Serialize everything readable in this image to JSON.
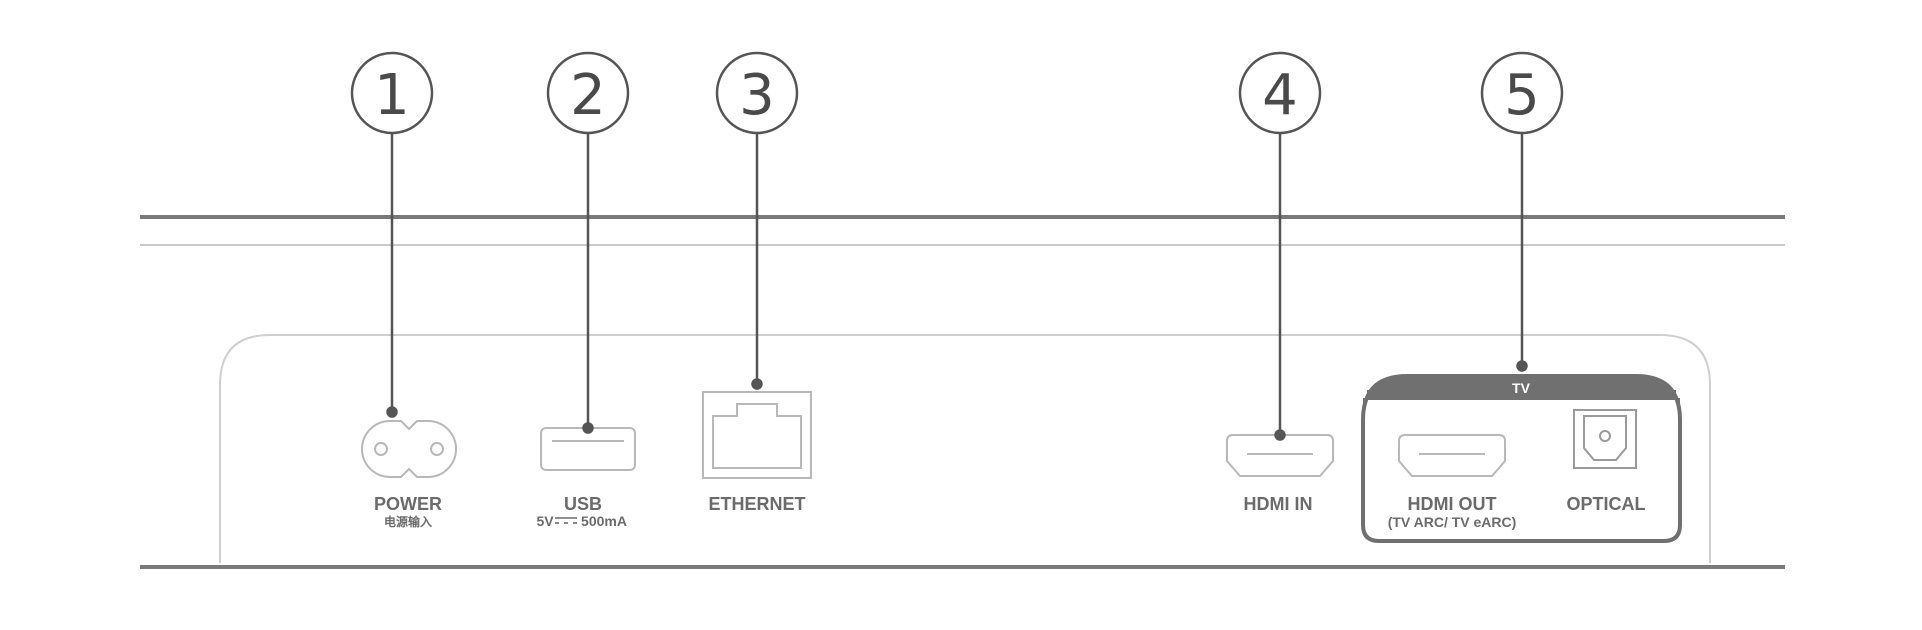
{
  "callouts": [
    {
      "number": "1",
      "label": "POWER",
      "sublabel": "电源输入"
    },
    {
      "number": "2",
      "label": "USB",
      "sublabel_left": "5V",
      "sublabel_right": "500mA"
    },
    {
      "number": "3",
      "label": "ETHERNET"
    },
    {
      "number": "4",
      "label": "HDMI IN"
    },
    {
      "number": "5",
      "label": "HDMI OUT",
      "sublabel": "(TV ARC/ TV eARC)"
    }
  ],
  "ports": {
    "optical_label": "OPTICAL",
    "tv_group_label": "TV"
  },
  "colors": {
    "line_dark": "#555555",
    "line_light": "#c8c8c8",
    "label": "#6b6b6b",
    "tv_band": "#6e6e6e"
  }
}
